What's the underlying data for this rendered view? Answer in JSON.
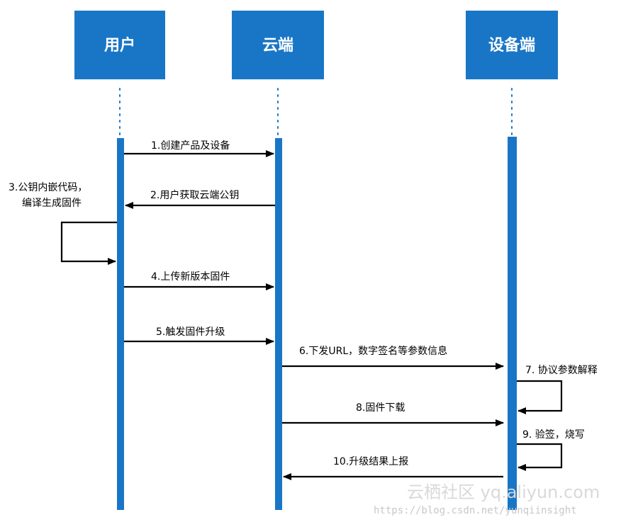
{
  "actors": {
    "user": "用户",
    "cloud": "云端",
    "device": "设备端"
  },
  "messages": {
    "m1": "1.创建产品及设备",
    "m2": "2.用户获取云端公钥",
    "m3_line1": "3.公钥内嵌代码，",
    "m3_line2": "编译生成固件",
    "m4": "4.上传新版本固件",
    "m5": "5.触发固件升级",
    "m6": "6.下发URL，数字签名等参数信息",
    "m7": "7. 协议参数解释",
    "m8": "8.固件下载",
    "m9": "9. 验签，烧写",
    "m10": "10.升级结果上报"
  },
  "watermark": {
    "brand": "云栖社区 yq.aliyun.com",
    "url": "https://blog.csdn.net/yunqiinsight"
  },
  "colors": {
    "lifeline": "#1976c6",
    "arrow": "#000000"
  }
}
